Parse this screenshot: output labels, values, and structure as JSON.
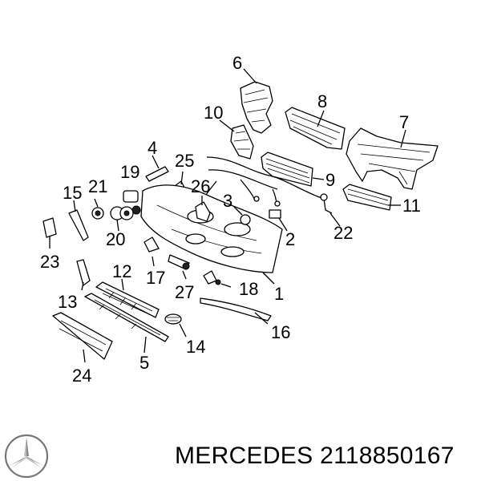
{
  "footer": {
    "brand": "MERCEDES",
    "part_number": "2118850167"
  },
  "callouts": [
    "1",
    "2",
    "3",
    "4",
    "5",
    "6",
    "7",
    "8",
    "9",
    "10",
    "11",
    "12",
    "13",
    "14",
    "15",
    "16",
    "17",
    "18",
    "19",
    "20",
    "21",
    "22",
    "23",
    "24",
    "25",
    "26",
    "27"
  ]
}
